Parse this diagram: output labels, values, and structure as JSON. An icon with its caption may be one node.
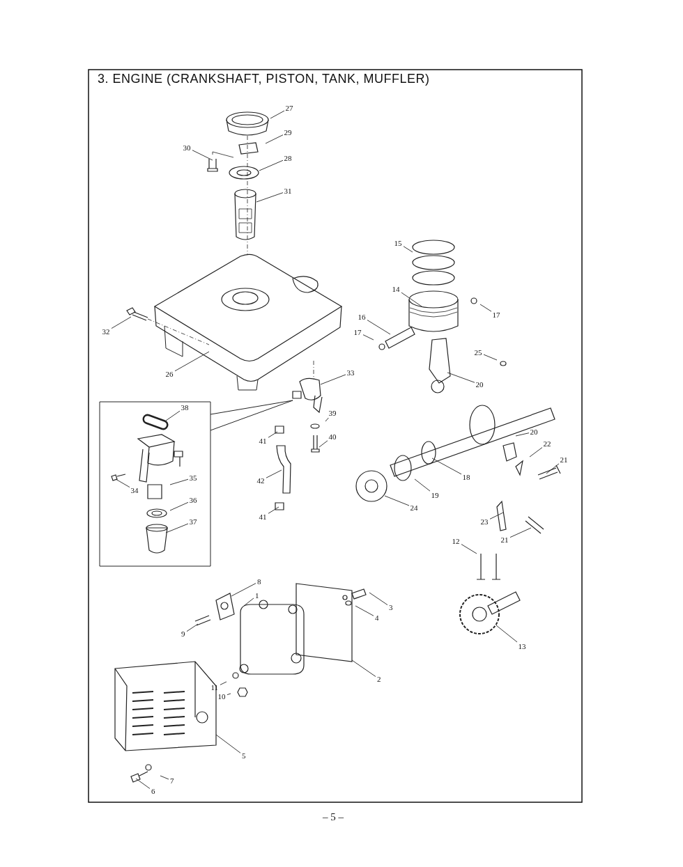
{
  "diagram": {
    "title": "3. ENGINE (CRANKSHAFT, PISTON, TANK, MUFFLER)",
    "nodes": [
      {
        "text": [
          "27"
        ]
      },
      {
        "text": [
          "29"
        ]
      },
      {
        "text": [
          "30"
        ]
      },
      {
        "text": [
          "28"
        ]
      },
      {
        "text": [
          "31"
        ]
      },
      {
        "text": [
          "15"
        ]
      },
      {
        "text": [
          "14"
        ]
      },
      {
        "text": [
          "17"
        ]
      },
      {
        "text": [
          "16"
        ]
      },
      {
        "text": [
          "32"
        ]
      },
      {
        "text": [
          "17"
        ]
      },
      {
        "text": [
          "25"
        ]
      },
      {
        "text": [
          "26"
        ]
      },
      {
        "text": [
          "33"
        ]
      },
      {
        "text": [
          "20"
        ]
      },
      {
        "text": [
          "38"
        ]
      },
      {
        "text": [
          "39"
        ]
      },
      {
        "text": [
          "20"
        ]
      },
      {
        "text": [
          "40"
        ]
      },
      {
        "text": [
          "41"
        ]
      },
      {
        "text": [
          "22"
        ]
      },
      {
        "text": [
          "21"
        ]
      },
      {
        "text": [
          "18"
        ]
      },
      {
        "text": [
          "35"
        ]
      },
      {
        "text": [
          "42"
        ]
      },
      {
        "text": [
          "34"
        ]
      },
      {
        "text": [
          "19"
        ]
      },
      {
        "text": [
          "36"
        ]
      },
      {
        "text": [
          "24"
        ]
      },
      {
        "text": [
          "41"
        ]
      },
      {
        "text": [
          "23"
        ]
      },
      {
        "text": [
          "37"
        ]
      },
      {
        "text": [
          "21"
        ]
      },
      {
        "text": [
          "12"
        ]
      },
      {
        "text": [
          "8"
        ]
      },
      {
        "text": [
          "1"
        ]
      },
      {
        "text": [
          "3"
        ]
      },
      {
        "text": [
          "4"
        ]
      },
      {
        "text": [
          "9"
        ]
      },
      {
        "text": [
          "13"
        ]
      },
      {
        "text": [
          "2"
        ]
      },
      {
        "text": [
          "11"
        ]
      },
      {
        "text": [
          "10"
        ]
      },
      {
        "text": [
          "5"
        ]
      },
      {
        "text": [
          "7"
        ]
      },
      {
        "text": [
          "6"
        ]
      }
    ],
    "edges": [
      {
        "from": 0,
        "to": null,
        "arrow": "none"
      },
      {
        "from": 1,
        "to": null,
        "arrow": "none"
      },
      {
        "from": 2,
        "to": null,
        "arrow": "none"
      },
      {
        "from": 3,
        "to": null,
        "arrow": "none"
      },
      {
        "from": 4,
        "to": null,
        "arrow": "none"
      },
      {
        "from": 5,
        "to": null,
        "arrow": "none"
      },
      {
        "from": 6,
        "to": null,
        "arrow": "none"
      },
      {
        "from": 7,
        "to": null,
        "arrow": "none"
      },
      {
        "from": 8,
        "to": null,
        "arrow": "none"
      },
      {
        "from": 9,
        "to": null,
        "arrow": "none"
      },
      {
        "from": 10,
        "to": null,
        "arrow": "none"
      },
      {
        "from": 11,
        "to": null,
        "arrow": "none"
      },
      {
        "from": 12,
        "to": null,
        "arrow": "none"
      },
      {
        "from": 13,
        "to": null,
        "arrow": "none"
      },
      {
        "from": 14,
        "to": null,
        "arrow": "none"
      },
      {
        "from": 15,
        "to": null,
        "arrow": "none"
      },
      {
        "from": 16,
        "to": null,
        "arrow": "none"
      },
      {
        "from": 17,
        "to": null,
        "arrow": "none"
      },
      {
        "from": 18,
        "to": null,
        "arrow": "none"
      },
      {
        "from": 19,
        "to": null,
        "arrow": "none"
      },
      {
        "from": 20,
        "to": null,
        "arrow": "none"
      },
      {
        "from": 21,
        "to": null,
        "arrow": "none"
      },
      {
        "from": 22,
        "to": null,
        "arrow": "none"
      },
      {
        "from": 23,
        "to": null,
        "arrow": "none"
      },
      {
        "from": 24,
        "to": null,
        "arrow": "none"
      },
      {
        "from": 25,
        "to": null,
        "arrow": "none"
      },
      {
        "from": 26,
        "to": null,
        "arrow": "none"
      },
      {
        "from": 27,
        "to": null,
        "arrow": "none"
      },
      {
        "from": 28,
        "to": null,
        "arrow": "none"
      },
      {
        "from": 29,
        "to": null,
        "arrow": "none"
      },
      {
        "from": 30,
        "to": null,
        "arrow": "none"
      },
      {
        "from": 31,
        "to": null,
        "arrow": "none"
      },
      {
        "from": 32,
        "to": null,
        "arrow": "none"
      },
      {
        "from": 33,
        "to": null,
        "arrow": "none"
      },
      {
        "from": 34,
        "to": null,
        "arrow": "none"
      },
      {
        "from": 35,
        "to": null,
        "arrow": "none"
      },
      {
        "from": 36,
        "to": null,
        "arrow": "none"
      },
      {
        "from": 37,
        "to": null,
        "arrow": "none"
      },
      {
        "from": 38,
        "to": null,
        "arrow": "none"
      },
      {
        "from": 39,
        "to": null,
        "arrow": "none"
      },
      {
        "from": 40,
        "to": null,
        "arrow": "none"
      },
      {
        "from": 41,
        "to": null,
        "arrow": "none"
      },
      {
        "from": 42,
        "to": null,
        "arrow": "none"
      },
      {
        "from": 43,
        "to": null,
        "arrow": "none"
      },
      {
        "from": 44,
        "to": null,
        "arrow": "none"
      },
      {
        "from": 45,
        "to": null,
        "arrow": "none"
      }
    ],
    "labels": [
      "– 5 –"
    ]
  }
}
